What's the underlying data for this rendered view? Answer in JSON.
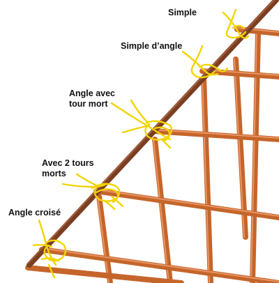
{
  "labels": {
    "simple": "Simple",
    "simple_angle": "Simple d’angle",
    "angle_tour_line1": "Angle avec",
    "angle_tour_line2": "tour mort",
    "deux_tours_line1": "Avec 2 tours",
    "deux_tours_line2": "morts",
    "angle_croise": "Angle croisé"
  },
  "colors": {
    "main_bar": "#7a3e22",
    "bars": "#c5652a",
    "bar_highlight": "#e89565",
    "wire": "#f2d400",
    "background": "#ffffff"
  }
}
